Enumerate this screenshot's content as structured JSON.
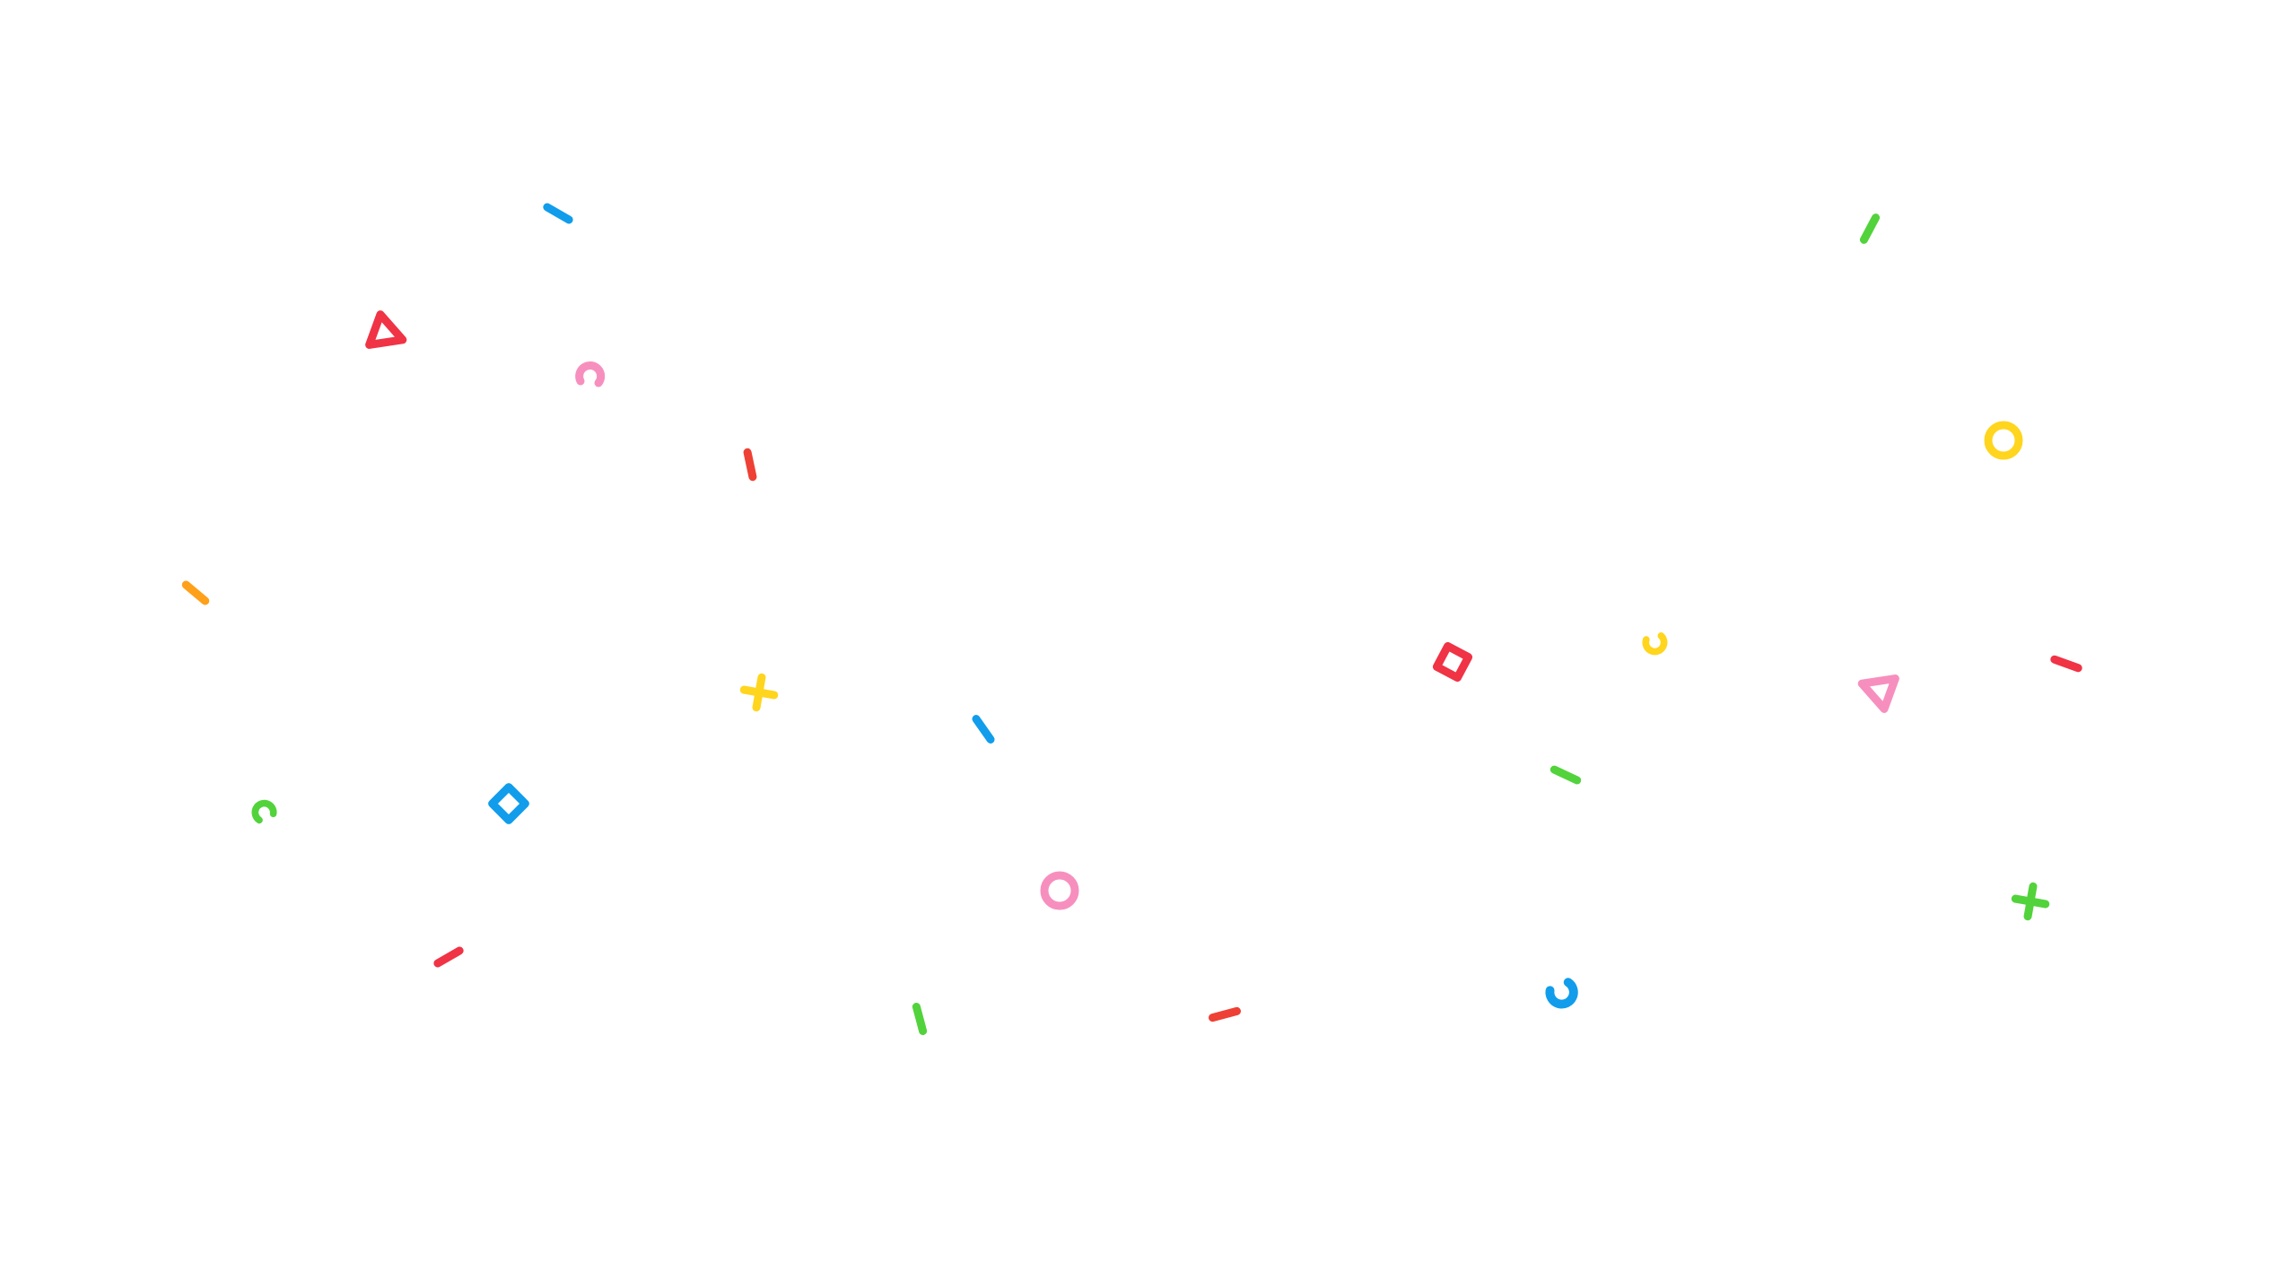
{
  "palette": {
    "red": "#F03345",
    "red_orange": "#EE4035",
    "pink": "#F78FBE",
    "blue": "#119DEB",
    "yellow": "#FFD51E",
    "green": "#52D33C",
    "orange": "#FFA01A",
    "background": "#FFFFFF"
  },
  "confetti": [
    {
      "icon": "dash-icon",
      "color": "blue"
    },
    {
      "icon": "triangle-outline-icon",
      "color": "red"
    },
    {
      "icon": "arc-icon",
      "color": "pink"
    },
    {
      "icon": "dash-icon",
      "color": "red_orange"
    },
    {
      "icon": "dash-icon",
      "color": "orange"
    },
    {
      "icon": "plus-icon",
      "color": "yellow"
    },
    {
      "icon": "arc-icon",
      "color": "green"
    },
    {
      "icon": "diamond-outline-icon",
      "color": "blue"
    },
    {
      "icon": "dash-icon",
      "color": "blue"
    },
    {
      "icon": "dash-icon",
      "color": "red"
    },
    {
      "icon": "ring-icon",
      "color": "pink"
    },
    {
      "icon": "dash-icon",
      "color": "green"
    },
    {
      "icon": "dash-icon",
      "color": "red_orange"
    },
    {
      "icon": "diamond-outline-icon",
      "color": "red"
    },
    {
      "icon": "arc-icon",
      "color": "yellow"
    },
    {
      "icon": "dash-icon",
      "color": "green"
    },
    {
      "icon": "arc-icon",
      "color": "blue"
    },
    {
      "icon": "dash-icon",
      "color": "green"
    },
    {
      "icon": "ring-icon",
      "color": "yellow"
    },
    {
      "icon": "triangle-outline-icon",
      "color": "pink"
    },
    {
      "icon": "dash-icon",
      "color": "red"
    },
    {
      "icon": "plus-icon",
      "color": "green"
    }
  ]
}
